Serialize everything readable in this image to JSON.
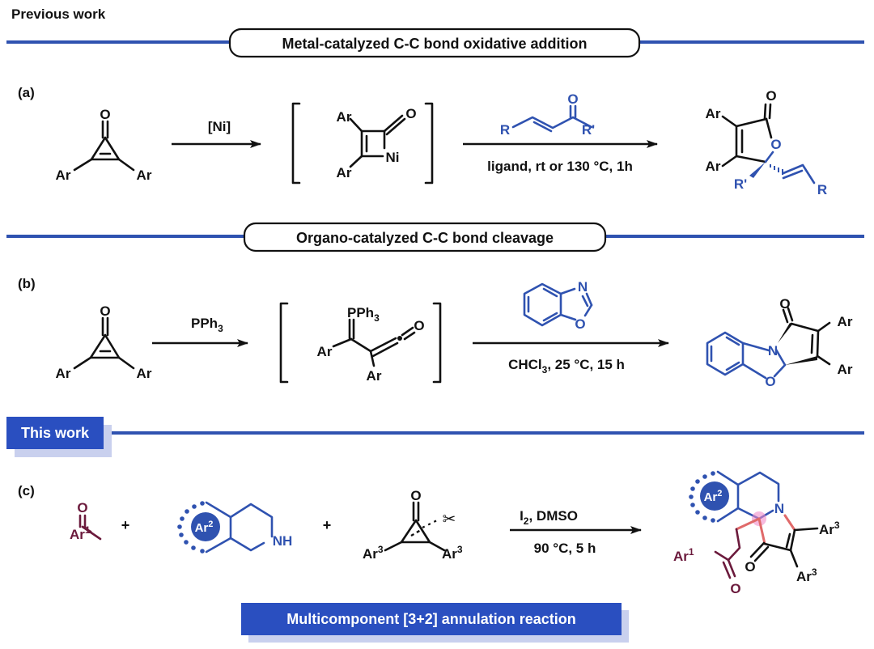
{
  "header": {
    "previous_work": "Previous work",
    "this_work": "This work"
  },
  "section_a": {
    "banner": "Metal-catalyzed C-C bond oxidative addition",
    "label": "(a)",
    "reagent": "[Ni]",
    "conditions": "ligand, rt or 130 °C, 1h",
    "sub_ar": "Ar",
    "sub_r": "R",
    "sub_rp": "R'",
    "atom_o": "O",
    "atom_ni": "Ni"
  },
  "section_b": {
    "banner": "Organo-catalyzed C-C bond cleavage",
    "label": "(b)",
    "reagent_main": "PPh",
    "reagent_sub": "3",
    "conditions_pre": "CHCl",
    "conditions_sub": "3",
    "conditions_post": ", 25 °C, 15 h",
    "sub_ar": "Ar",
    "atom_o": "O",
    "atom_n": "N"
  },
  "section_c": {
    "label": "(c)",
    "plus": "+",
    "reagent_main": "I",
    "reagent_sub": "2",
    "reagent_post": ", DMSO",
    "conditions": "90 °C, 5 h",
    "ar1": "Ar",
    "ar1_sup": "1",
    "ar2": "Ar",
    "ar2_sup": "2",
    "ar3": "Ar",
    "ar3_sup": "3",
    "nh": "NH",
    "atom_n": "N",
    "atom_o": "O",
    "footer_banner": "Multicomponent [3+2] annulation reaction"
  },
  "colors": {
    "accent_blue": "#2f52b0",
    "banner_blue": "#2a4fc0",
    "shadow_blue": "#c9d0ee",
    "purple": "#6b1a3c",
    "highlight_red": "#e06a6a",
    "highlight_pink": "#f08cc8"
  }
}
